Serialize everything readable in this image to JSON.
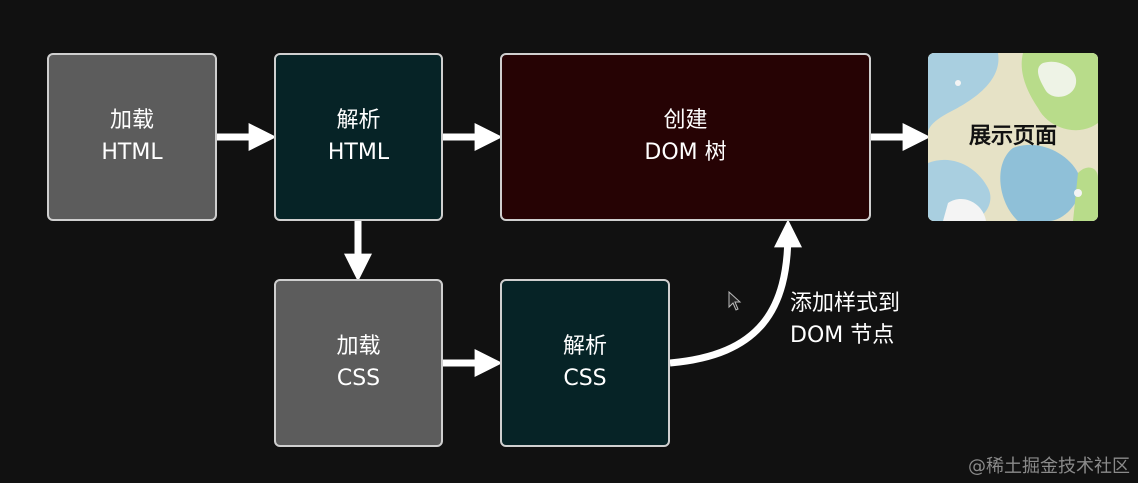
{
  "boxes": {
    "load_html": {
      "line1": "加载",
      "line2": "HTML"
    },
    "parse_html": {
      "line1": "解析",
      "line2": "HTML"
    },
    "create_dom": {
      "line1": "创建",
      "line2": "DOM 树"
    },
    "load_css": {
      "line1": "加载",
      "line2": "CSS"
    },
    "parse_css": {
      "line1": "解析",
      "line2": "CSS"
    },
    "show_page": {
      "label": "展示页面"
    }
  },
  "edge_label": {
    "line1": "添加样式到",
    "line2": "DOM 节点"
  },
  "watermark": "@稀土掘金技术社区",
  "colors": {
    "background": "#111111",
    "gray_box": "#5c5c5c",
    "teal_box": "#062326",
    "maroon_box": "#260304",
    "arrow": "#ffffff"
  }
}
